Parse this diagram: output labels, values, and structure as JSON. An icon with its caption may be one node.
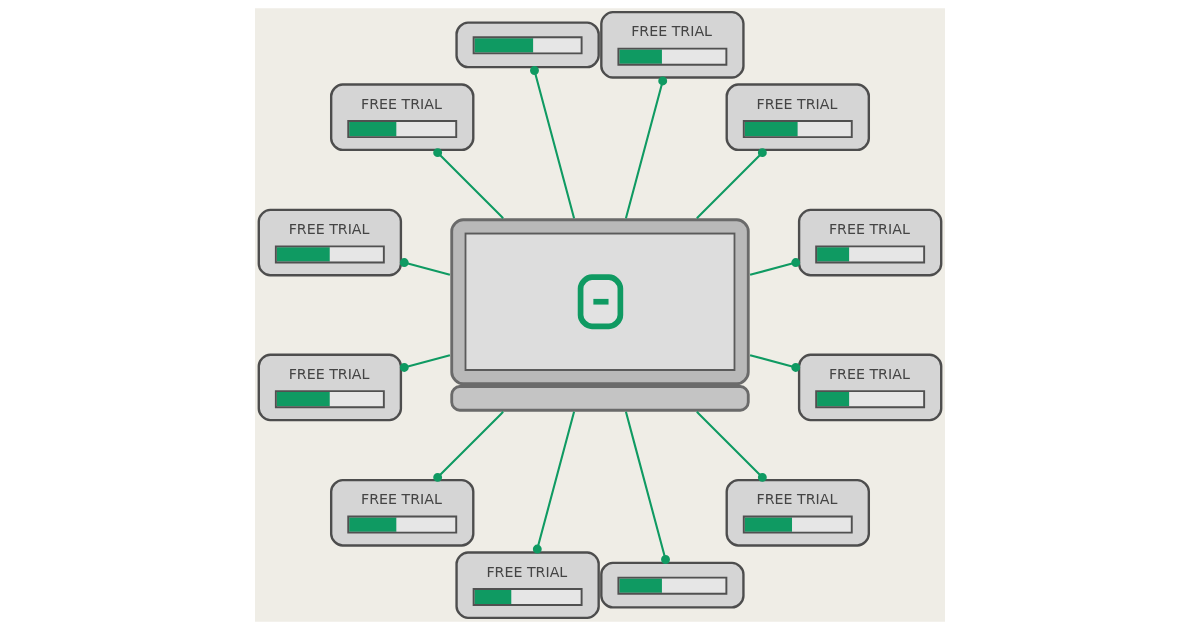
{
  "diagram": {
    "nodes": [
      {
        "text": [],
        "shape": "picture"
      },
      {
        "text": [
          "FREE TRIAL"
        ]
      },
      {
        "text": [
          "FREE TRIAL"
        ]
      },
      {
        "text": [
          "FREE TRIAL"
        ]
      },
      {
        "text": [],
        "shape": "box"
      },
      {
        "text": [
          "FREE TRIAL"
        ]
      },
      {
        "text": [
          "FREE TRIAL"
        ]
      },
      {
        "text": [
          "FREE TRIAL"
        ]
      },
      {
        "text": [
          "FREE TRIAL"
        ]
      },
      {
        "text": [
          "FREE TRIAL"
        ]
      },
      {
        "text": [],
        "shape": "box"
      },
      {
        "text": [
          "FREE TRIAL"
        ]
      },
      {
        "text": [
          "FREE TRIAL"
        ]
      }
    ],
    "edges": [
      {
        "from": 0,
        "to": 1,
        "arrow": "other"
      },
      {
        "from": 0,
        "to": 2,
        "arrow": "other"
      },
      {
        "from": 0,
        "to": 3,
        "arrow": "other"
      },
      {
        "from": 0,
        "to": 4,
        "arrow": "other"
      },
      {
        "from": 0,
        "to": 5,
        "arrow": "other"
      },
      {
        "from": 0,
        "to": 6,
        "arrow": "other"
      },
      {
        "from": 0,
        "to": 7,
        "arrow": "other"
      },
      {
        "from": 0,
        "to": 8,
        "arrow": "other"
      },
      {
        "from": 0,
        "to": 9,
        "arrow": "other"
      },
      {
        "from": 0,
        "to": 10,
        "arrow": "other"
      },
      {
        "from": 0,
        "to": 11,
        "arrow": "other"
      },
      {
        "from": 0,
        "to": 12,
        "arrow": "other"
      }
    ]
  }
}
